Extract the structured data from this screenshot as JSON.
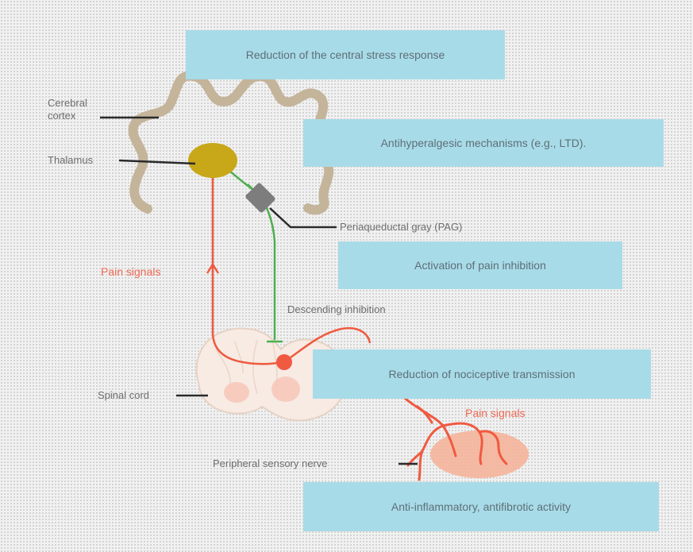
{
  "boxes": {
    "stress": "Reduction of the central stress response",
    "antihyper": "Antihyperalgesic mechanisms (e.g., LTD).",
    "activation": "Activation of pain inhibition",
    "nociceptive": "Reduction of nociceptive transmission",
    "antiinflam": "Anti-inflammatory, antifibrotic activity"
  },
  "labels": {
    "cortex_line1": "Cerebral",
    "cortex_line2": "cortex",
    "thalamus": "Thalamus",
    "pag": "Periaqueductal gray (PAG)",
    "pain_signals_ascending": "Pain signals",
    "descending": "Descending inhibition",
    "spinal_cord": "Spinal cord",
    "pain_signals_peripheral": "Pain signals",
    "peripheral_nerve": "Peripheral sensory nerve"
  },
  "colors": {
    "box_fill": "#a8dbe8",
    "box_text": "#5d6f77",
    "cortex": "#c4b49a",
    "thalamus": "#c8a818",
    "pag": "#7d7d7d",
    "pain_pathway": "#ef5a40",
    "descending_pathway": "#4caf50",
    "spinal_cord": "#f7ebe3",
    "tissue": "#f5b49a"
  }
}
